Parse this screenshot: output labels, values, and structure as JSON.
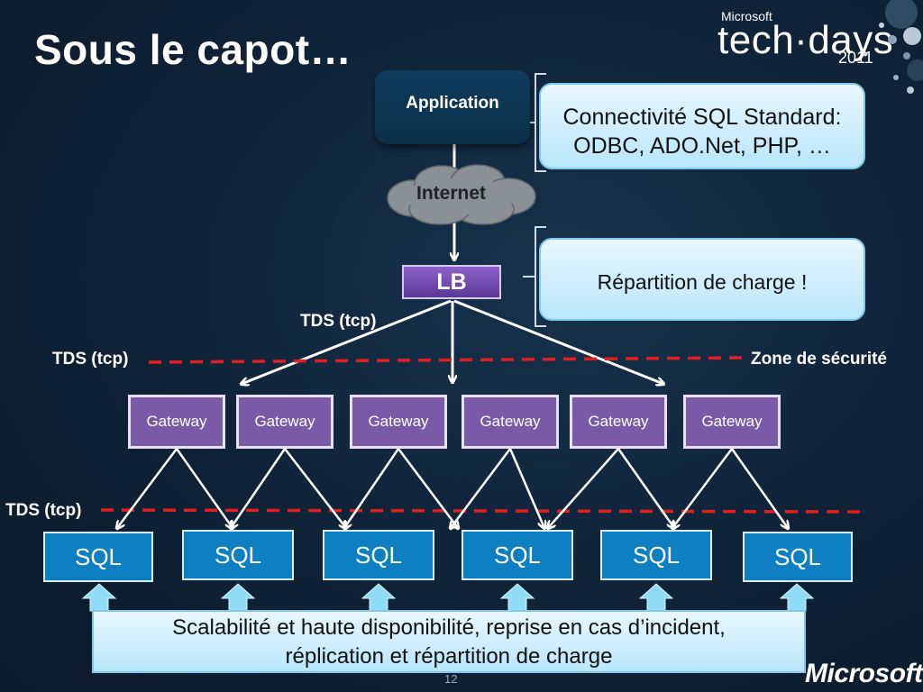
{
  "slide": {
    "title": "Sous le capot…",
    "page_number": "12"
  },
  "logo": {
    "brand_small": "Microsoft",
    "event": "tech·days",
    "year": "2011",
    "footer_brand": "Microsoft"
  },
  "diagram": {
    "application": "Application",
    "internet": "Internet",
    "lb": "LB",
    "callout_sql": [
      "Connectivité SQL Standard:",
      "ODBC, ADO.Net, PHP, …"
    ],
    "callout_lb": "Répartition de charge !",
    "tds_top": "TDS (tcp)",
    "tds_left": "TDS (tcp)",
    "tds_bottom": "TDS (tcp)",
    "zone_label": "Zone de sécurité",
    "gateways": [
      "Gateway",
      "Gateway",
      "Gateway",
      "Gateway",
      "Gateway",
      "Gateway"
    ],
    "sql_nodes": [
      "SQL",
      "SQL",
      "SQL",
      "SQL",
      "SQL",
      "SQL"
    ],
    "bottom_text": [
      "Scalabilité et haute disponibilité, reprise en cas d’incident,",
      "réplication et répartition de charge"
    ]
  },
  "colors": {
    "background": "#0f2236",
    "gateway": "#7a5aa6",
    "sql": "#0e7fc1",
    "lb": "#6a46a8",
    "callout": "#c9ecfc",
    "security_line": "#e02020",
    "arrow": "#ffffff"
  }
}
